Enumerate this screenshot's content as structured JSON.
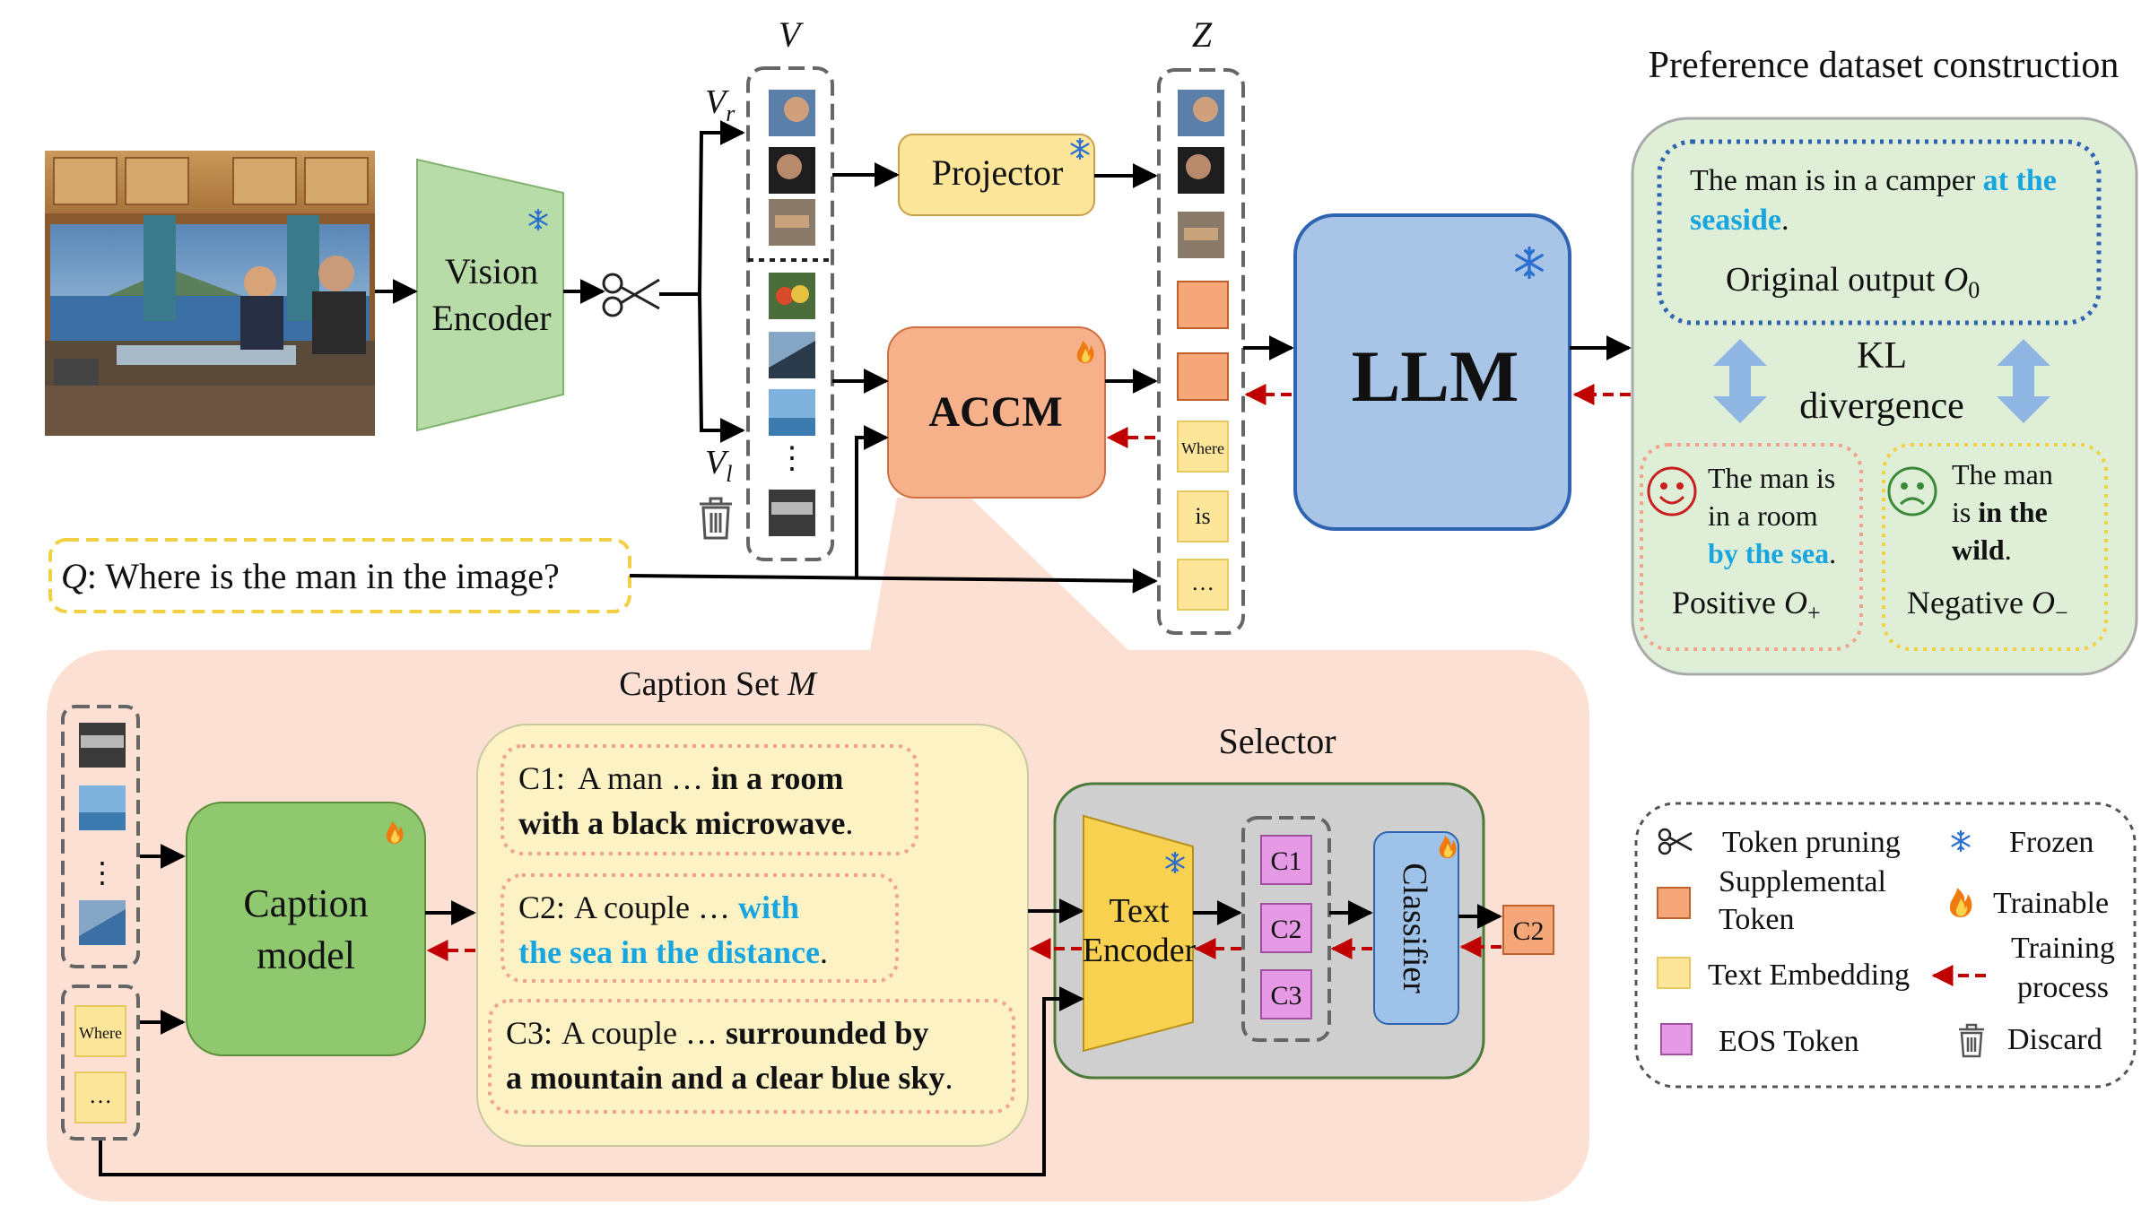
{
  "inputs": {
    "question_var": "Q",
    "question_text": ": Where is the man in the image?"
  },
  "modules": {
    "vision_encoder": [
      "Vision",
      "Encoder"
    ],
    "projector": "Projector",
    "accm": "ACCM",
    "llm": "LLM",
    "caption_model": [
      "Caption",
      "model"
    ],
    "text_encoder": [
      "Text",
      "Encoder"
    ],
    "classifier": "Classifier",
    "selector": "Selector"
  },
  "token_labels": {
    "V": "V",
    "Z": "Z",
    "V_r": "V",
    "V_r_sub": "r",
    "V_l": "V",
    "V_l_sub": "l",
    "where": "Where",
    "is": "is",
    "ellipsis": "…",
    "vdots": "⋮"
  },
  "caption_set": {
    "title_text": "Caption Set ",
    "title_var": "M",
    "c1": {
      "id": "C1:",
      "line1_plain": "A man … ",
      "line1_bold": "in a room",
      "line2_bold": "with a black microwave",
      "line2_end": "."
    },
    "c2": {
      "id": "C2:",
      "line1_plain": "A couple … ",
      "line1_blue": "with",
      "line2_blue": "the sea in the distance",
      "line2_end": "."
    },
    "c3": {
      "id": "C3:",
      "line1_plain": "A couple … ",
      "line1_bold": "surrounded by",
      "line2_bold": "a mountain and a clear blue sky",
      "line2_end": "."
    },
    "eos_tokens": [
      "C1",
      "C2",
      "C3"
    ],
    "selected": "C2"
  },
  "preference": {
    "title": "Preference dataset construction",
    "original": {
      "line1_plain": "The man is in a camper ",
      "line1_blue": "at the",
      "line2_blue": "seaside",
      "line2_end": ".",
      "label": "Original output ",
      "label_var": "O",
      "label_sub": "0"
    },
    "kl": [
      "KL",
      "divergence"
    ],
    "positive": {
      "lines": [
        "The man is",
        "in a room"
      ],
      "blue": "by the sea",
      "end": ".",
      "label": "Positive ",
      "label_var": "O",
      "label_sub": "+"
    },
    "negative": {
      "lines": [
        "The man",
        "is "
      ],
      "bold1": "in the",
      "bold2": "wild",
      "end": ".",
      "label": "Negative ",
      "label_var": "O",
      "label_sub": "−"
    }
  },
  "legend": {
    "token_pruning": "Token pruning",
    "frozen": "Frozen",
    "supplemental": [
      "Supplemental",
      "Token"
    ],
    "trainable": "Trainable",
    "text_embedding": "Text Embedding",
    "training_process": [
      "Training",
      "process"
    ],
    "eos_token": "EOS Token",
    "discard": "Discard"
  },
  "colors": {
    "vision_encoder": "#b8dca8",
    "projector": "#fde69a",
    "accm": "#f6b08a",
    "llm": "#a8c4e6",
    "caption_model": "#8fc86e",
    "text_encoder": "#f8d150",
    "classifier": "#9fc3e8",
    "selector_bg": "#cfcfcf",
    "eos": "#e69ae6",
    "supplemental": "#f5a779",
    "text_embedding": "#fde69a",
    "accm_panel": "#fbe0d3",
    "caption_panel": "#fdf2c4",
    "preference_panel": "#dfeed6",
    "blue_text": "#19a6e0",
    "training_arrow": "#c00000"
  }
}
